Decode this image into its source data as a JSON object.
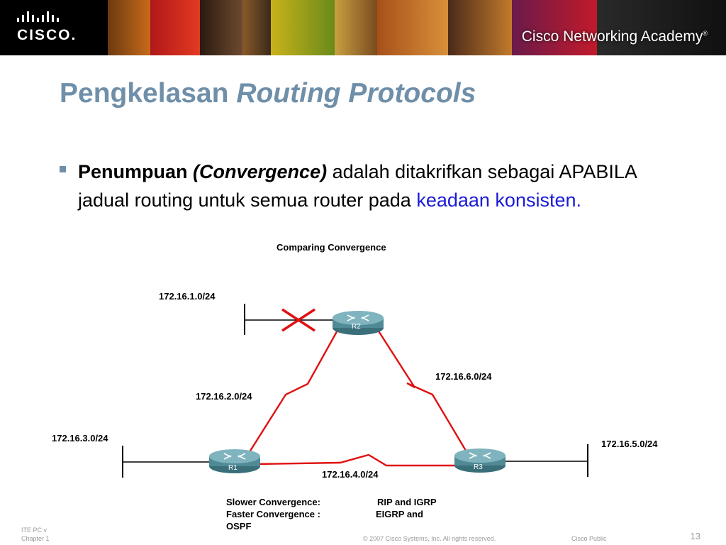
{
  "header": {
    "logo_text": "CISCO.",
    "academy_label": "Cisco Networking Academy",
    "academy_mark": "®"
  },
  "slide": {
    "title_plain": "Pengkelasan",
    "title_italic": "Routing Protocols",
    "bullet": {
      "bold": "Penumpuan",
      "bold_italic": "(Convergence)",
      "text": "adalah ditakrifkan sebagai APABILA jadual routing untuk semua router pada",
      "highlight": "keadaan konsisten."
    }
  },
  "diagram": {
    "title": "Comparing Convergence",
    "networks": {
      "n1": "172.16.1.0/24",
      "n2": "172.16.2.0/24",
      "n3": "172.16.3.0/24",
      "n4": "172.16.4.0/24",
      "n5": "172.16.5.0/24",
      "n6": "172.16.6.0/24"
    },
    "routers": {
      "r1": "R1",
      "r2": "R2",
      "r3": "R3"
    },
    "legend": {
      "slower_label": "Slower Convergence:",
      "slower_value": "RIP and IGRP",
      "faster_label": "Faster Convergence :",
      "faster_value": "EIGRP and",
      "faster_value_cont": "OSPF"
    },
    "colors": {
      "link": "#e01010",
      "failure_mark": "#e01010",
      "router": "#4f8a96"
    }
  },
  "footer": {
    "line1": "ITE PC v",
    "line2": "Chapter 1",
    "copyright": "© 2007 Cisco Systems, Inc. All rights reserved.",
    "classification": "Cisco Public",
    "page": "13"
  }
}
